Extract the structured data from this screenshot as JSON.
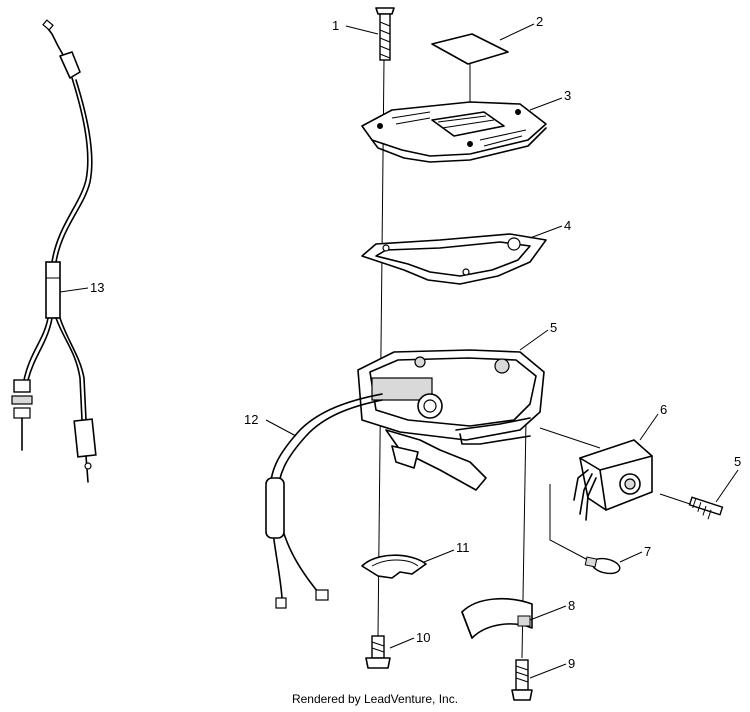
{
  "callouts": {
    "c1": "1",
    "c2": "2",
    "c3": "3",
    "c4": "4",
    "c5a": "5",
    "c5b": "5",
    "c6": "6",
    "c7": "7",
    "c8": "8",
    "c9": "9",
    "c10": "10",
    "c11": "11",
    "c12": "12",
    "c13": "13"
  },
  "footer": "Rendered by LeadVenture, Inc.",
  "parts": {
    "p1": "screw-icon",
    "p2": "decal-icon",
    "p3": "cover-plate-icon",
    "p4": "gasket-icon",
    "p5": "throttle-housing-icon",
    "p6": "switch-housing-icon",
    "p7": "bulb-icon",
    "p8": "clamp-icon",
    "p9": "screw-icon",
    "p10": "screw-icon",
    "p11": "spring-icon",
    "p12": "wire-harness-icon",
    "p13": "cable-harness-icon"
  }
}
